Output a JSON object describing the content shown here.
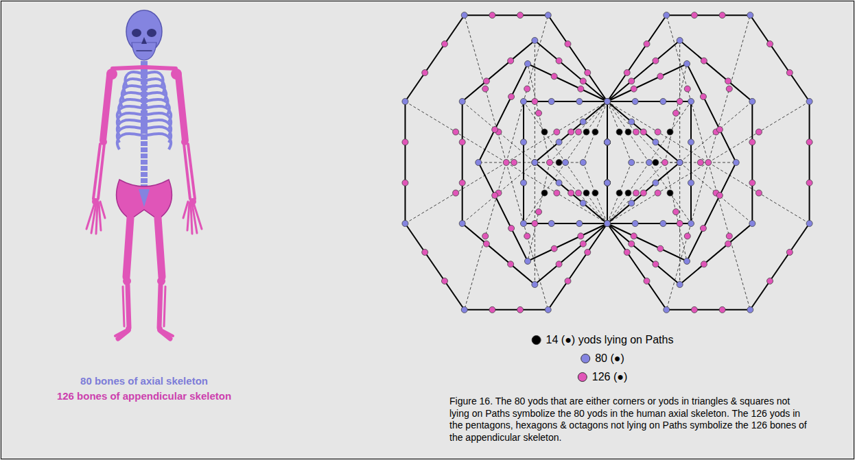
{
  "diagram": {
    "caption": "Figure 16. The 80 yods that are either corners or yods in triangles & squares not lying on Paths symbolize the 80 yods in the human axial skeleton. The 126 yods in the pentagons, hexagons & octagons not lying on Paths symbolize the 126 bones of the appendicular skeleton.",
    "labels": [
      "80 bones of axial skeleton",
      "126 bones of appendicular skeleton"
    ],
    "legend": [
      {
        "text": "14 (●) yods lying on Paths",
        "color": "#000000"
      },
      {
        "text": "80 (●)",
        "color": "#8484e0"
      },
      {
        "text": "126 (●)",
        "color": "#e055b8"
      }
    ]
  }
}
